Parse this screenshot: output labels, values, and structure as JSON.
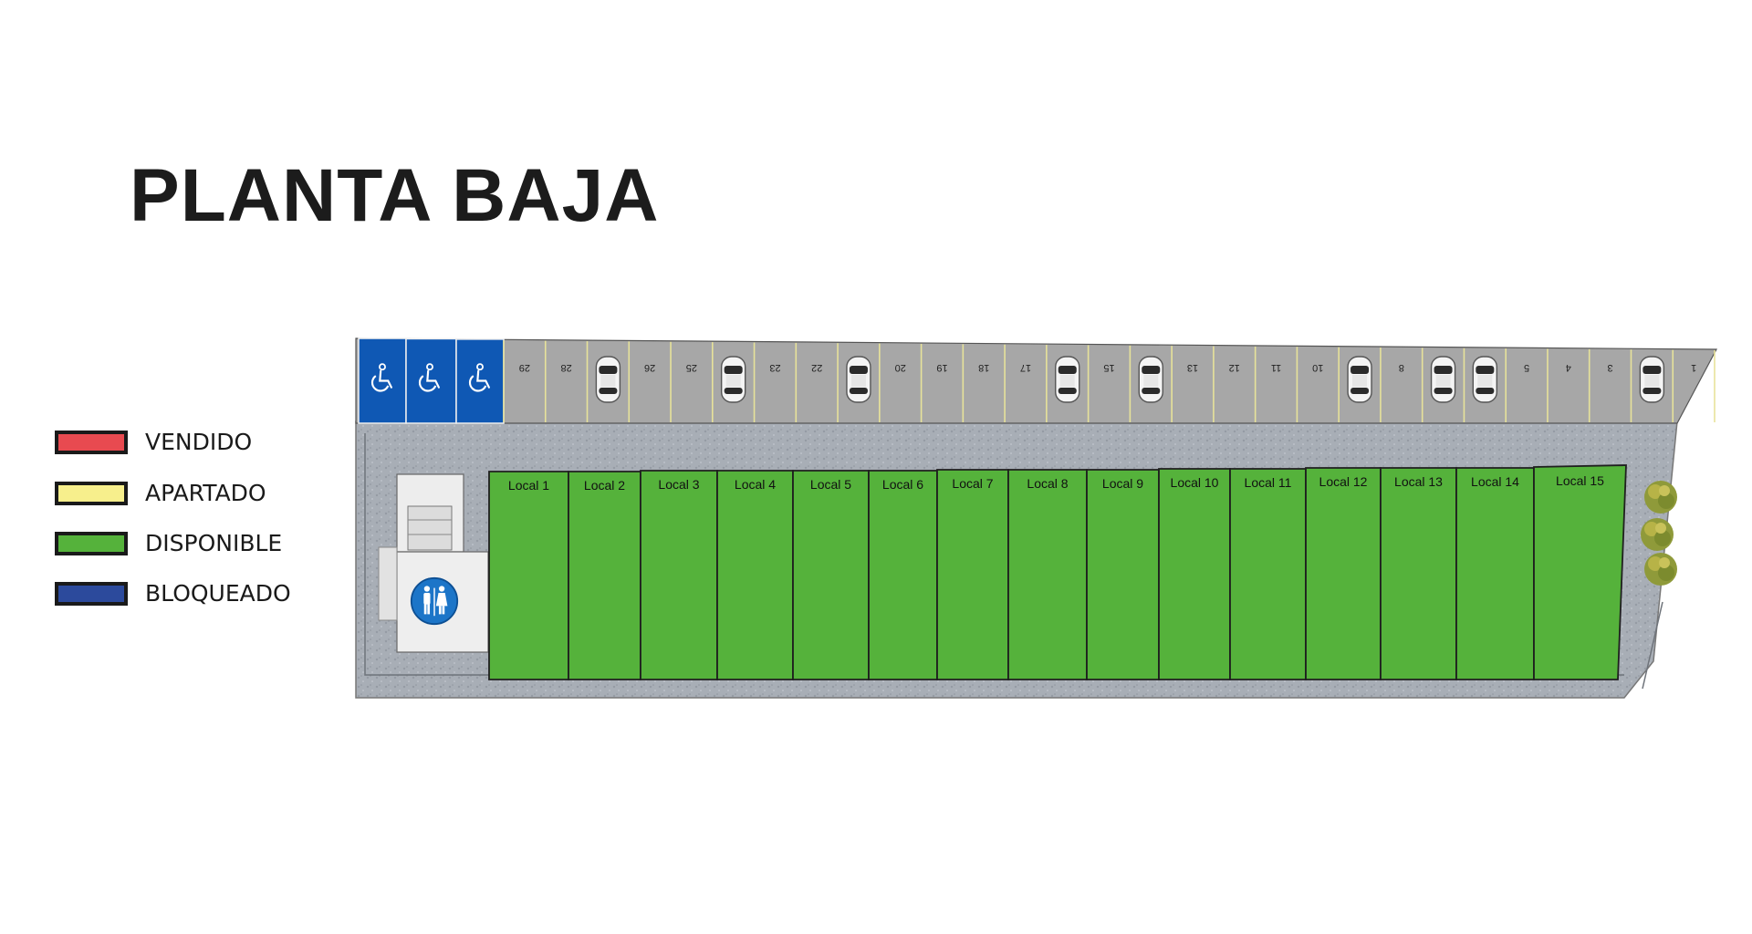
{
  "title": "PLANTA BAJA",
  "colors": {
    "vendido": "#e84a50",
    "apartado": "#f7ef8c",
    "disponible": "#55b23b",
    "bloqueado": "#2c4a9c",
    "accessible_stall": "#0f58b4",
    "parking": "#a7a7a7",
    "paving": "#a8aeb6"
  },
  "legend": [
    {
      "key": "vendido",
      "label": "VENDIDO"
    },
    {
      "key": "apartado",
      "label": "APARTADO"
    },
    {
      "key": "disponible",
      "label": "DISPONIBLE"
    },
    {
      "key": "bloqueado",
      "label": "BLOQUEADO"
    }
  ],
  "locales": [
    {
      "label": "Local 1",
      "status": "disponible"
    },
    {
      "label": "Local 2",
      "status": "disponible"
    },
    {
      "label": "Local 3",
      "status": "disponible"
    },
    {
      "label": "Local 4",
      "status": "disponible"
    },
    {
      "label": "Local 5",
      "status": "disponible"
    },
    {
      "label": "Local 6",
      "status": "disponible"
    },
    {
      "label": "Local 7",
      "status": "disponible"
    },
    {
      "label": "Local 8",
      "status": "disponible"
    },
    {
      "label": "Local 9",
      "status": "disponible"
    },
    {
      "label": "Local 10",
      "status": "disponible"
    },
    {
      "label": "Local 11",
      "status": "disponible"
    },
    {
      "label": "Local 12",
      "status": "disponible"
    },
    {
      "label": "Local 13",
      "status": "disponible"
    },
    {
      "label": "Local 14",
      "status": "disponible"
    },
    {
      "label": "Local 15",
      "status": "disponible"
    }
  ],
  "accessible_stalls": 3,
  "stalls": [
    "29",
    "28",
    "",
    "26",
    "25",
    "",
    "23",
    "22",
    "",
    "20",
    "19",
    "18",
    "17",
    "",
    "15",
    "",
    "13",
    "12",
    "11",
    "10",
    "",
    "8",
    "",
    "",
    "5",
    "4",
    "3",
    "",
    "1"
  ],
  "icons": {
    "accessible": "wheelchair-icon",
    "restroom": "restroom-icon",
    "car": "car-icon",
    "tree": "tree-icon"
  }
}
